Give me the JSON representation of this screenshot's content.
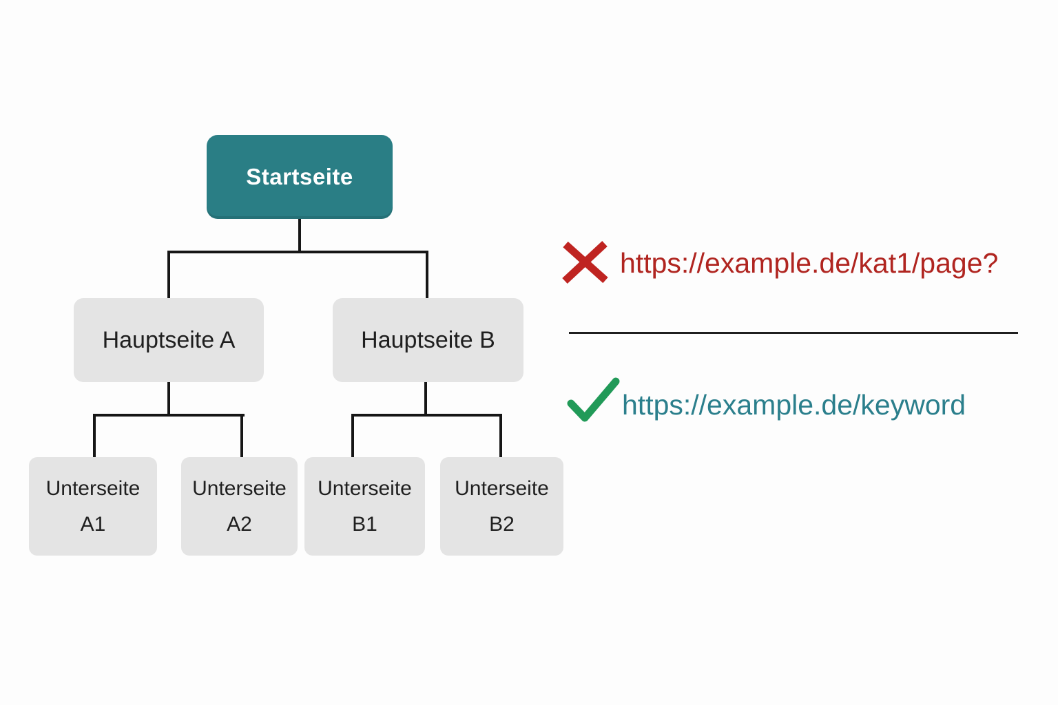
{
  "colors": {
    "background": "#fdfdfd",
    "accent_teal": "#2a7e85",
    "node_gray": "#e4e4e4",
    "node_text": "#1f1f1f",
    "line_color": "#161616",
    "bad_red": "#b02520",
    "cross_red": "#bf2421",
    "good_teal": "#2b7f8c",
    "check_green": "#219a58",
    "divider_color": "#1f1f1f"
  },
  "sitemap": {
    "root": {
      "label": "Startseite"
    },
    "level1": [
      {
        "label": "Hauptseite A"
      },
      {
        "label": "Hauptseite B"
      }
    ],
    "level2": [
      {
        "line1": "Unterseite",
        "line2": "A1"
      },
      {
        "line1": "Unterseite",
        "line2": "A2"
      },
      {
        "line1": "Unterseite",
        "line2": "B1"
      },
      {
        "line1": "Unterseite",
        "line2": "B2"
      }
    ]
  },
  "url_examples": {
    "bad": {
      "url": "https://example.de/kat1/page?"
    },
    "good": {
      "url": "https://example.de/keyword"
    }
  }
}
